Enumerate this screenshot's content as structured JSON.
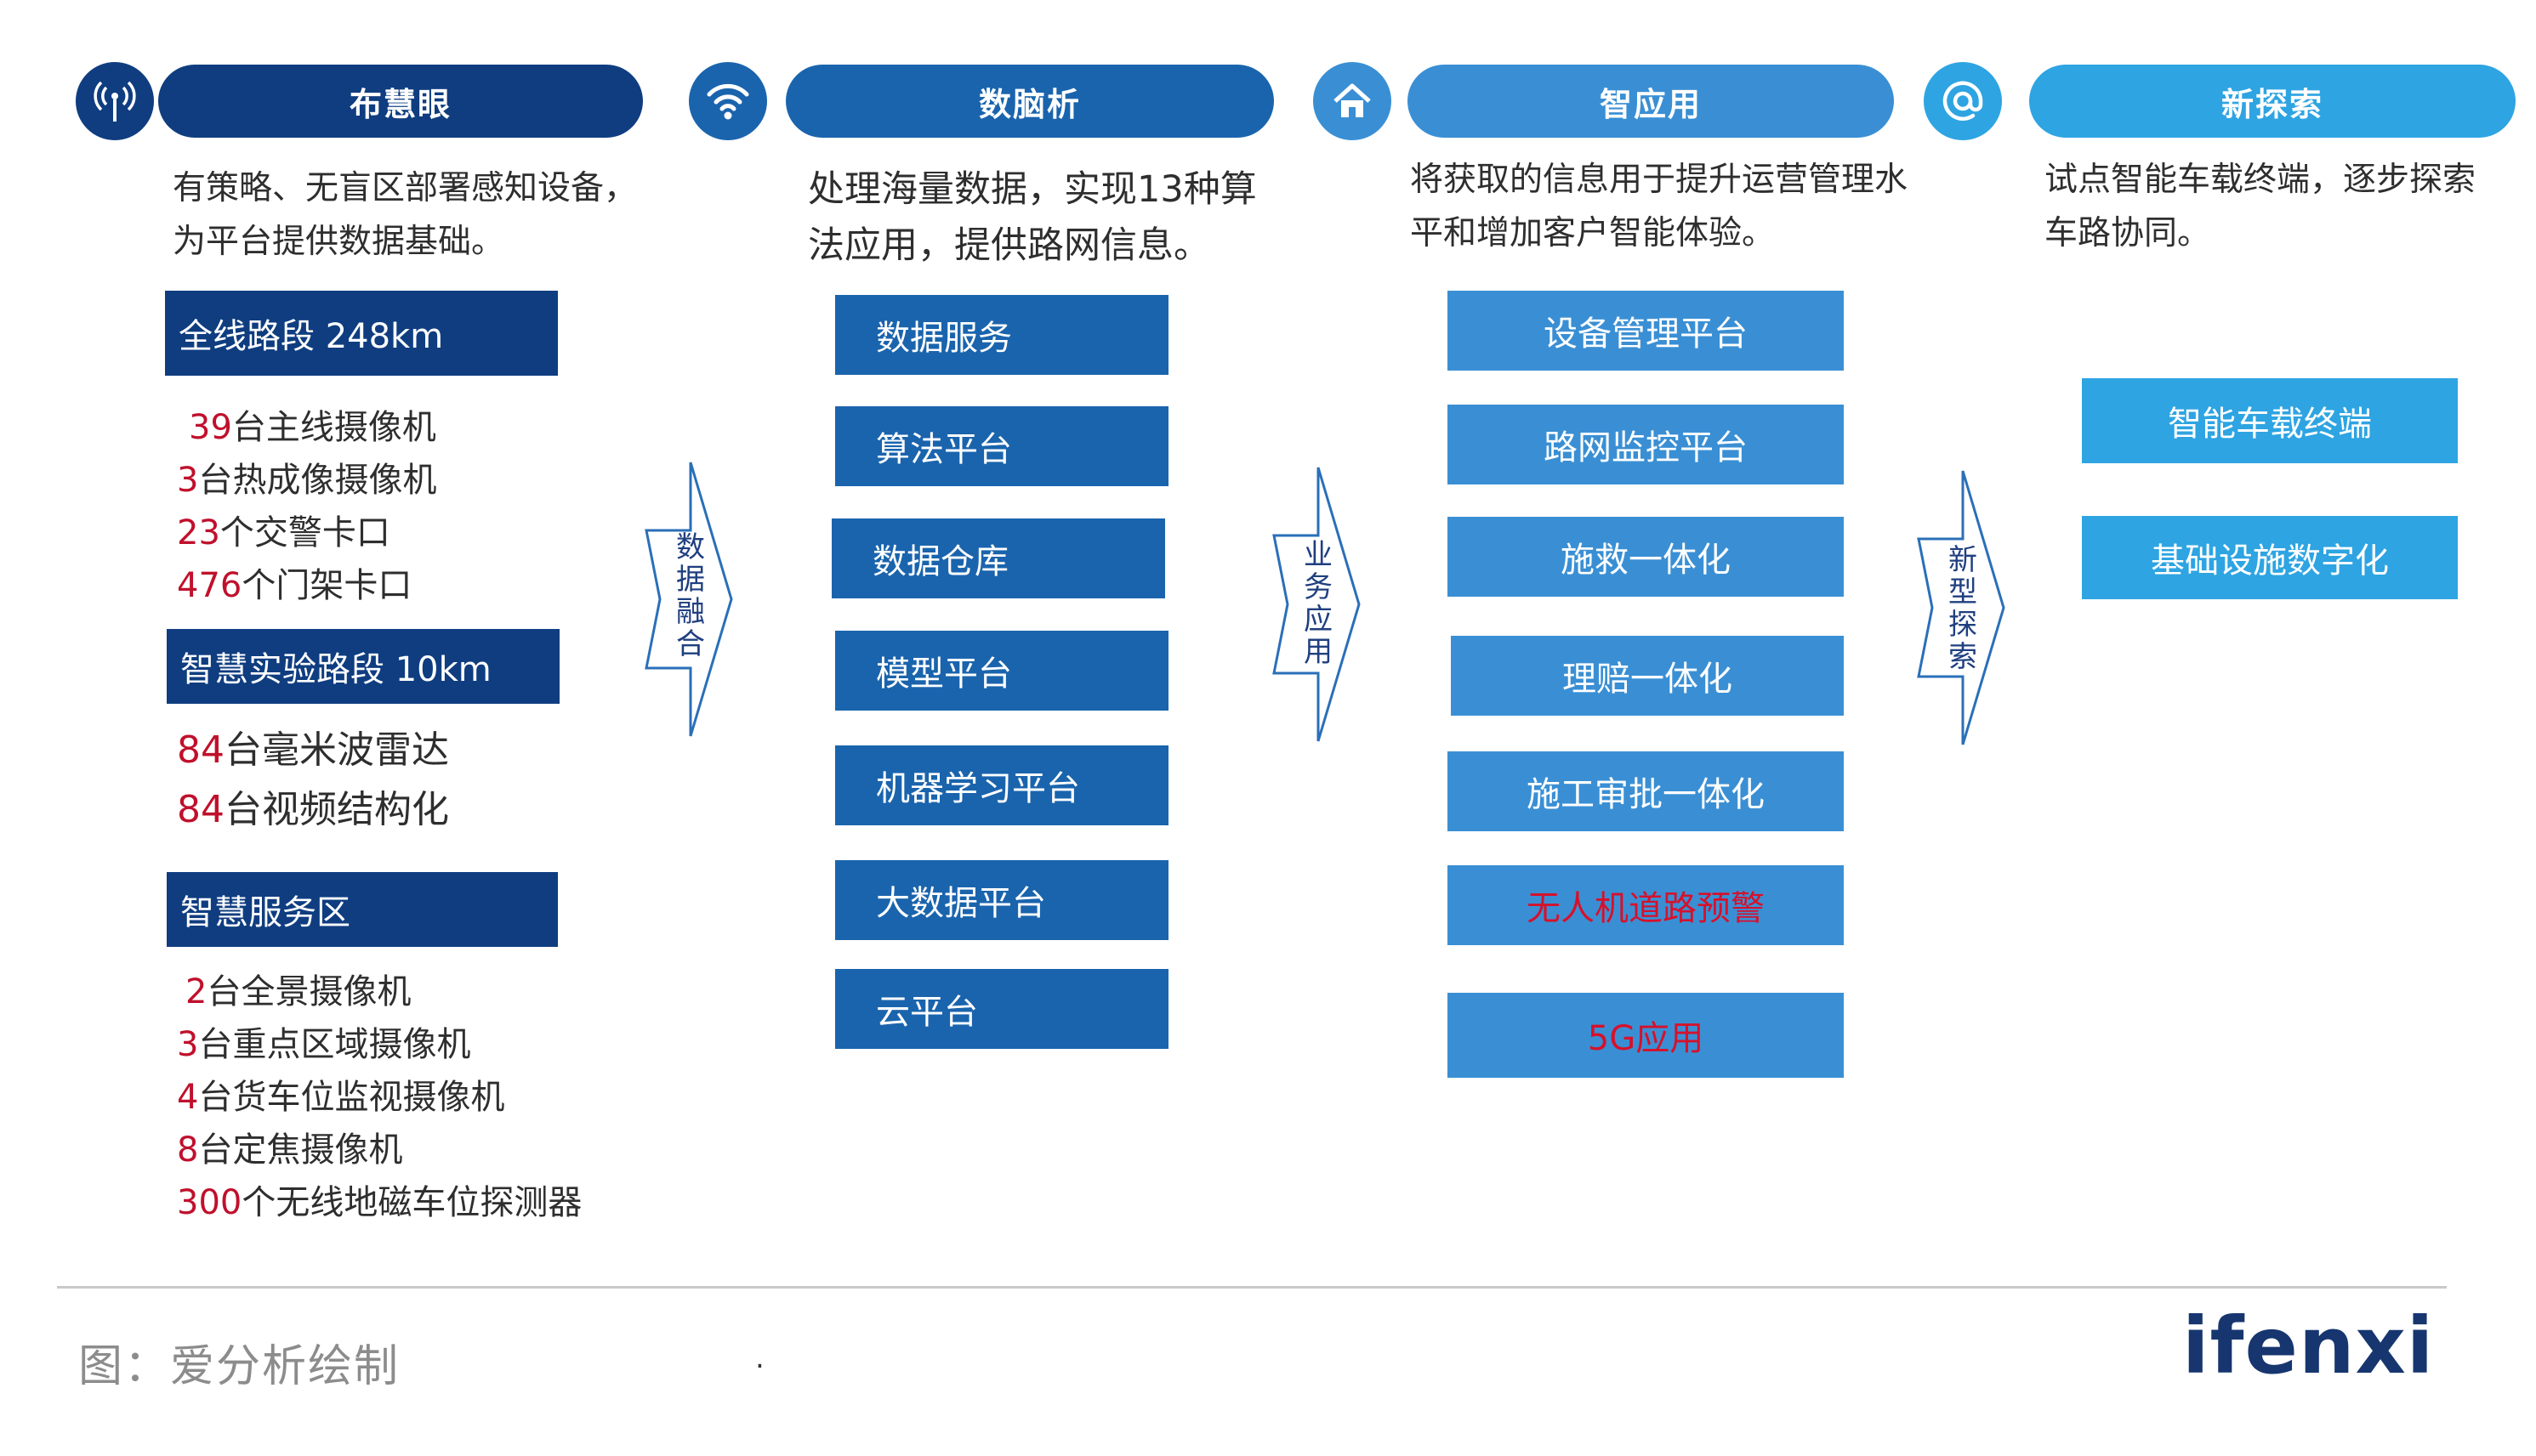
{
  "colors": {
    "col1_dark": "#0f3d80",
    "col2_mid": "#1a64ad",
    "col3_light": "#3a8fd4",
    "col4_sky": "#2ea4e2",
    "highlight_red": "#c0102c",
    "arrow_stroke": "#2a6fb8"
  },
  "columns": [
    {
      "icon": "antenna-icon",
      "title": "布慧眼",
      "description": [
        "有策略、无盲区部署感知设备，",
        "为平台提供数据基础。"
      ]
    },
    {
      "icon": "wifi-icon",
      "title": "数脑析",
      "description": [
        "处理海量数据，实现13种算",
        "法应用，提供路网信息。"
      ],
      "boxes": [
        "数据服务",
        "算法平台",
        "数据仓库",
        "模型平台",
        "机器学习平台",
        "大数据平台",
        "云平台"
      ]
    },
    {
      "icon": "home-icon",
      "title": "智应用",
      "description": [
        "将获取的信息用于提升运营管理水",
        "平和增加客户智能体验。"
      ],
      "boxes": [
        "设备管理平台",
        "路网监控平台",
        "施救一体化",
        "理赔一体化",
        "施工审批一体化",
        "无人机道路预警",
        "5G应用"
      ]
    },
    {
      "icon": "at-sign-icon",
      "title": "新探索",
      "description": [
        "试点智能车载终端，逐步探索",
        "车路协同。"
      ],
      "boxes": [
        "智能车载终端",
        "基础设施数字化"
      ]
    }
  ],
  "sections": [
    {
      "header": "全线路段 248km",
      "items": [
        {
          "num": "39",
          "text": "台主线摄像机"
        },
        {
          "num": "3",
          "text": "台热成像摄像机"
        },
        {
          "num": "23",
          "text": "个交警卡口"
        },
        {
          "num": "476",
          "text": "个门架卡口"
        }
      ]
    },
    {
      "header": "智慧实验路段 10km",
      "items": [
        {
          "num": "84",
          "text": "台毫米波雷达"
        },
        {
          "num": "84",
          "text": "台视频结构化"
        }
      ]
    },
    {
      "header": "智慧服务区",
      "items": [
        {
          "num": "2",
          "text": "台全景摄像机"
        },
        {
          "num": "3",
          "text": "台重点区域摄像机"
        },
        {
          "num": "4",
          "text": "台货车位监视摄像机"
        },
        {
          "num": "8",
          "text": "台定焦摄像机"
        },
        {
          "num": "300",
          "text": "个无线地磁车位探测器"
        }
      ]
    }
  ],
  "arrows": [
    "数据融合",
    "业务应用",
    "新型探索"
  ],
  "footer": {
    "source": "图：爱分析绘制",
    "dot": ".",
    "logo": "ifenxi"
  }
}
